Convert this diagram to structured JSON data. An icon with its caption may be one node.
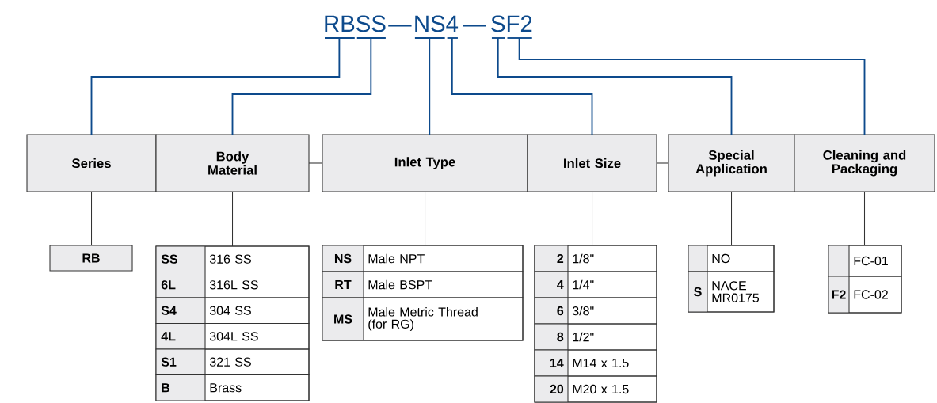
{
  "diagram": {
    "nodes": [
      {
        "text": [
          "RB"
        ]
      },
      {
        "text": [
          "SS"
        ]
      },
      {
        "text": [
          "NS"
        ]
      },
      {
        "text": [
          "4"
        ]
      },
      {
        "text": [
          "S"
        ]
      },
      {
        "text": [
          "F2"
        ]
      },
      {
        "text": [
          "Series"
        ]
      },
      {
        "text": [
          "Body Material"
        ]
      },
      {
        "text": [
          "Inlet Type"
        ]
      },
      {
        "text": [
          "Inlet Size"
        ]
      },
      {
        "text": [
          "Special Application"
        ]
      },
      {
        "text": [
          "Cleaning and Packaging"
        ]
      },
      {
        "text": [
          "RB"
        ]
      },
      {
        "text": [],
        "shape": "box"
      },
      {
        "text": [
          "SS",
          "316 SS"
        ],
        "in": 13
      },
      {
        "text": [
          "6L",
          "316L SS"
        ],
        "in": 13
      },
      {
        "text": [
          "S4",
          "304 SS"
        ],
        "in": 13
      },
      {
        "text": [
          "4L",
          "304L SS"
        ],
        "in": 13
      },
      {
        "text": [
          "S1",
          "321 SS"
        ],
        "in": 13
      },
      {
        "text": [
          "B",
          "Brass"
        ],
        "in": 13
      },
      {
        "text": [],
        "shape": "box"
      },
      {
        "text": [
          "NS",
          "Male NPT"
        ],
        "in": 20
      },
      {
        "text": [
          "RT",
          "Male BSPT"
        ],
        "in": 20
      },
      {
        "text": [
          "MS",
          "Male Metric Thread (for RG)"
        ],
        "in": 20
      },
      {
        "text": [],
        "shape": "box"
      },
      {
        "text": [
          "2",
          "1/8\""
        ],
        "in": 24
      },
      {
        "text": [
          "4",
          "1/4\""
        ],
        "in": 24
      },
      {
        "text": [
          "6",
          "3/8\""
        ],
        "in": 24
      },
      {
        "text": [
          "8",
          "1/2\""
        ],
        "in": 24
      },
      {
        "text": [
          "14",
          "M14 x 1.5"
        ],
        "in": 24
      },
      {
        "text": [
          "20",
          "M20 x 1.5"
        ],
        "in": 24
      },
      {
        "text": [],
        "shape": "box"
      },
      {
        "text": [
          "NO"
        ],
        "in": 31
      },
      {
        "text": [
          "S",
          "NACE MR0175"
        ],
        "in": 31
      },
      {
        "text": [],
        "shape": "box"
      },
      {
        "text": [
          "FC-01"
        ],
        "in": 34
      },
      {
        "text": [
          "F2",
          "FC-02"
        ],
        "in": 34
      }
    ],
    "edges": [
      {
        "from": 0,
        "to": 6,
        "arrow": "none",
        "color": "#0d4a8c"
      },
      {
        "from": 1,
        "to": 7,
        "arrow": "none",
        "color": "#0d4a8c"
      },
      {
        "from": 2,
        "to": 8,
        "arrow": "none",
        "color": "#0d4a8c"
      },
      {
        "from": 3,
        "to": 9,
        "arrow": "none",
        "color": "#0d4a8c"
      },
      {
        "from": 4,
        "to": 10,
        "arrow": "none",
        "color": "#0d4a8c"
      },
      {
        "from": 5,
        "to": 11,
        "arrow": "none",
        "color": "#0d4a8c"
      },
      {
        "from": 7,
        "to": 8,
        "arrow": "none"
      },
      {
        "from": 9,
        "to": 10,
        "arrow": "none"
      },
      {
        "from": 6,
        "to": 12,
        "arrow": "none"
      },
      {
        "from": 7,
        "to": 13,
        "arrow": "none"
      },
      {
        "from": 8,
        "to": 20,
        "arrow": "none"
      },
      {
        "from": 9,
        "to": 24,
        "arrow": "none"
      },
      {
        "from": 10,
        "to": 31,
        "arrow": "none"
      },
      {
        "from": 11,
        "to": 34,
        "arrow": "none"
      }
    ],
    "labels": [
      "—",
      "—"
    ]
  }
}
